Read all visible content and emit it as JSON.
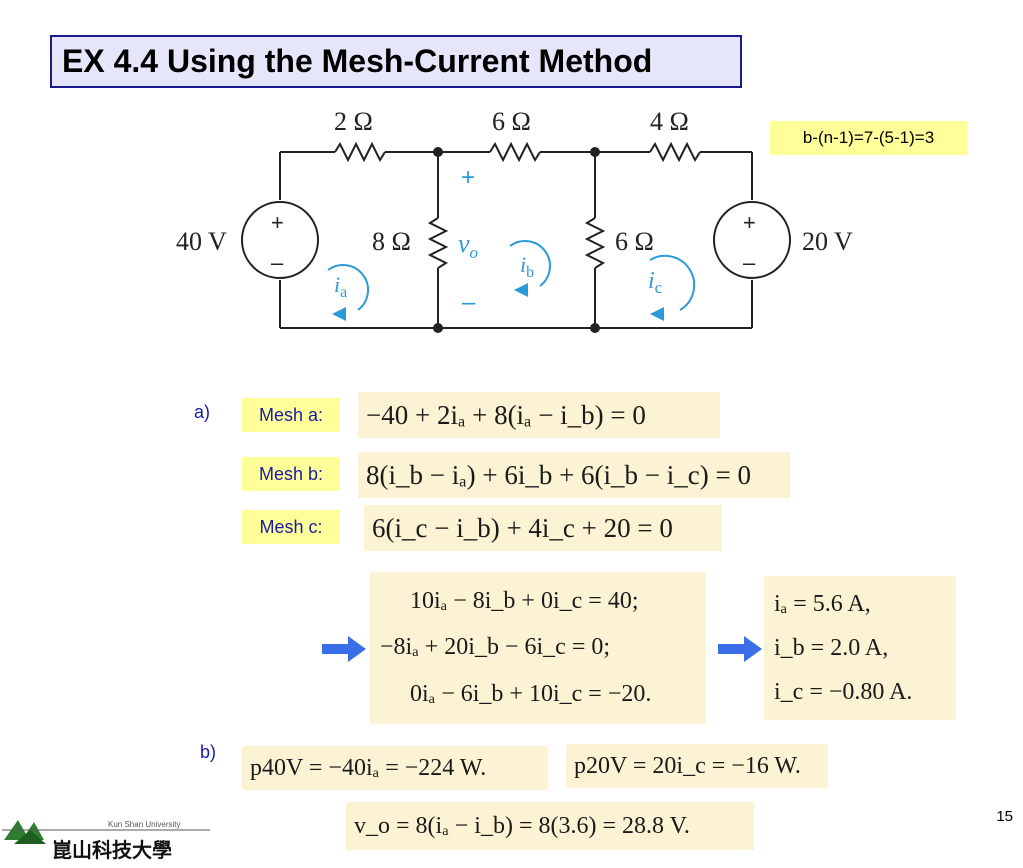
{
  "title": "EX 4.4  Using the Mesh-Current Method",
  "formula_tag": "b-(n-1)=7-(5-1)=3",
  "circuit": {
    "r1": "2 Ω",
    "r2": "6 Ω",
    "r3": "4 Ω",
    "r4": "8 Ω",
    "r5": "6 Ω",
    "source_left": "40 V",
    "source_right": "20 V",
    "plus": "+",
    "minus": "–",
    "vo": "v",
    "vo_sub": "o",
    "mesh_a": "i",
    "mesh_a_sub": "a",
    "mesh_b": "i",
    "mesh_b_sub": "b",
    "mesh_c": "i",
    "mesh_c_sub": "c"
  },
  "part_a": "a)",
  "part_b": "b)",
  "mesh_labels": {
    "a": "Mesh a:",
    "b": "Mesh b:",
    "c": "Mesh c:"
  },
  "mesh_equations": {
    "a": "−40 + 2iₐ + 8(iₐ − i_b) = 0",
    "b": "8(i_b − iₐ) + 6i_b + 6(i_b − i_c) = 0",
    "c": "6(i_c − i_b) + 4i_c + 20 = 0"
  },
  "system": [
    "10iₐ − 8i_b + 0i_c = 40;",
    "−8iₐ + 20i_b − 6i_c = 0;",
    "0iₐ − 6i_b + 10i_c = −20."
  ],
  "solution": [
    "iₐ = 5.6 A,",
    "i_b = 2.0 A,",
    "i_c = −0.80 A."
  ],
  "power": {
    "p40": "p40V = −40iₐ = −224 W.",
    "p20": "p20V = 20i_c = −16 W.",
    "vo": "v_o = 8(iₐ − i_b) = 8(3.6) = 28.8 V."
  },
  "logo_text": "Kun Shan University",
  "logo_chinese": "崑山科技大學",
  "page_number": "15",
  "colors": {
    "title_border": "#1a1a8c",
    "title_bg": "#e6e6fa",
    "highlight_yellow": "#ffff99",
    "equation_bg": "#fbf3d3",
    "label_blue": "#1a1aa8",
    "arrow_blue": "#3a6ee8",
    "mesh_cyan": "#2a9ad8"
  }
}
